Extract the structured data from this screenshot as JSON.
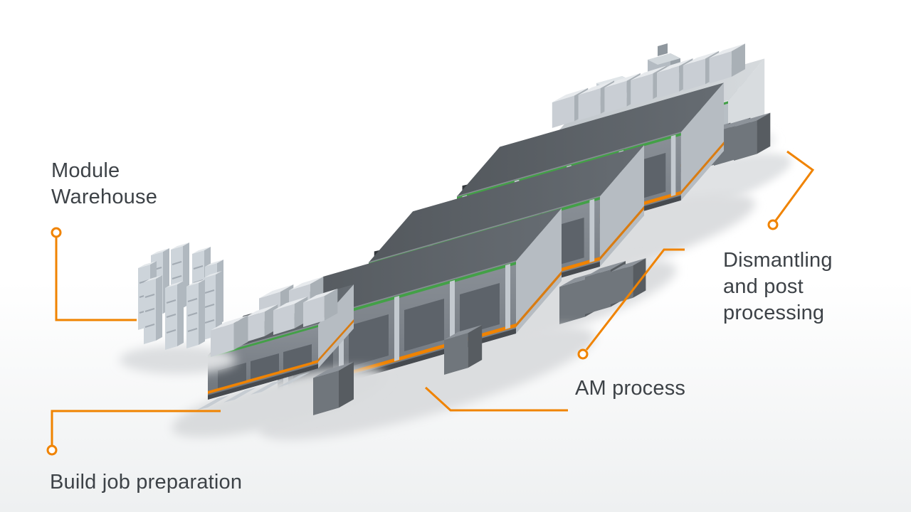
{
  "labels": {
    "module_warehouse": "Module Warehouse",
    "build_job_preparation": "Build job preparation",
    "am_process": "AM process",
    "dismantling_post_processing": "Dismantling and post processing"
  },
  "stations": [
    {
      "name": "module-warehouse",
      "label": "Module Warehouse"
    },
    {
      "name": "build-job-preparation",
      "label": "Build job preparation"
    },
    {
      "name": "am-process",
      "label": "AM process",
      "machine_count": 3
    },
    {
      "name": "dismantling-post-processing",
      "label": "Dismantling and post processing"
    }
  ],
  "colors": {
    "accent_orange": "#F08300",
    "accent_green": "#43A047",
    "label_text": "#3D4247",
    "machine_dark_top": "#565B60",
    "machine_side": "#7A8087",
    "machine_light": "#C6CCD2",
    "background": "#FFFFFF"
  }
}
